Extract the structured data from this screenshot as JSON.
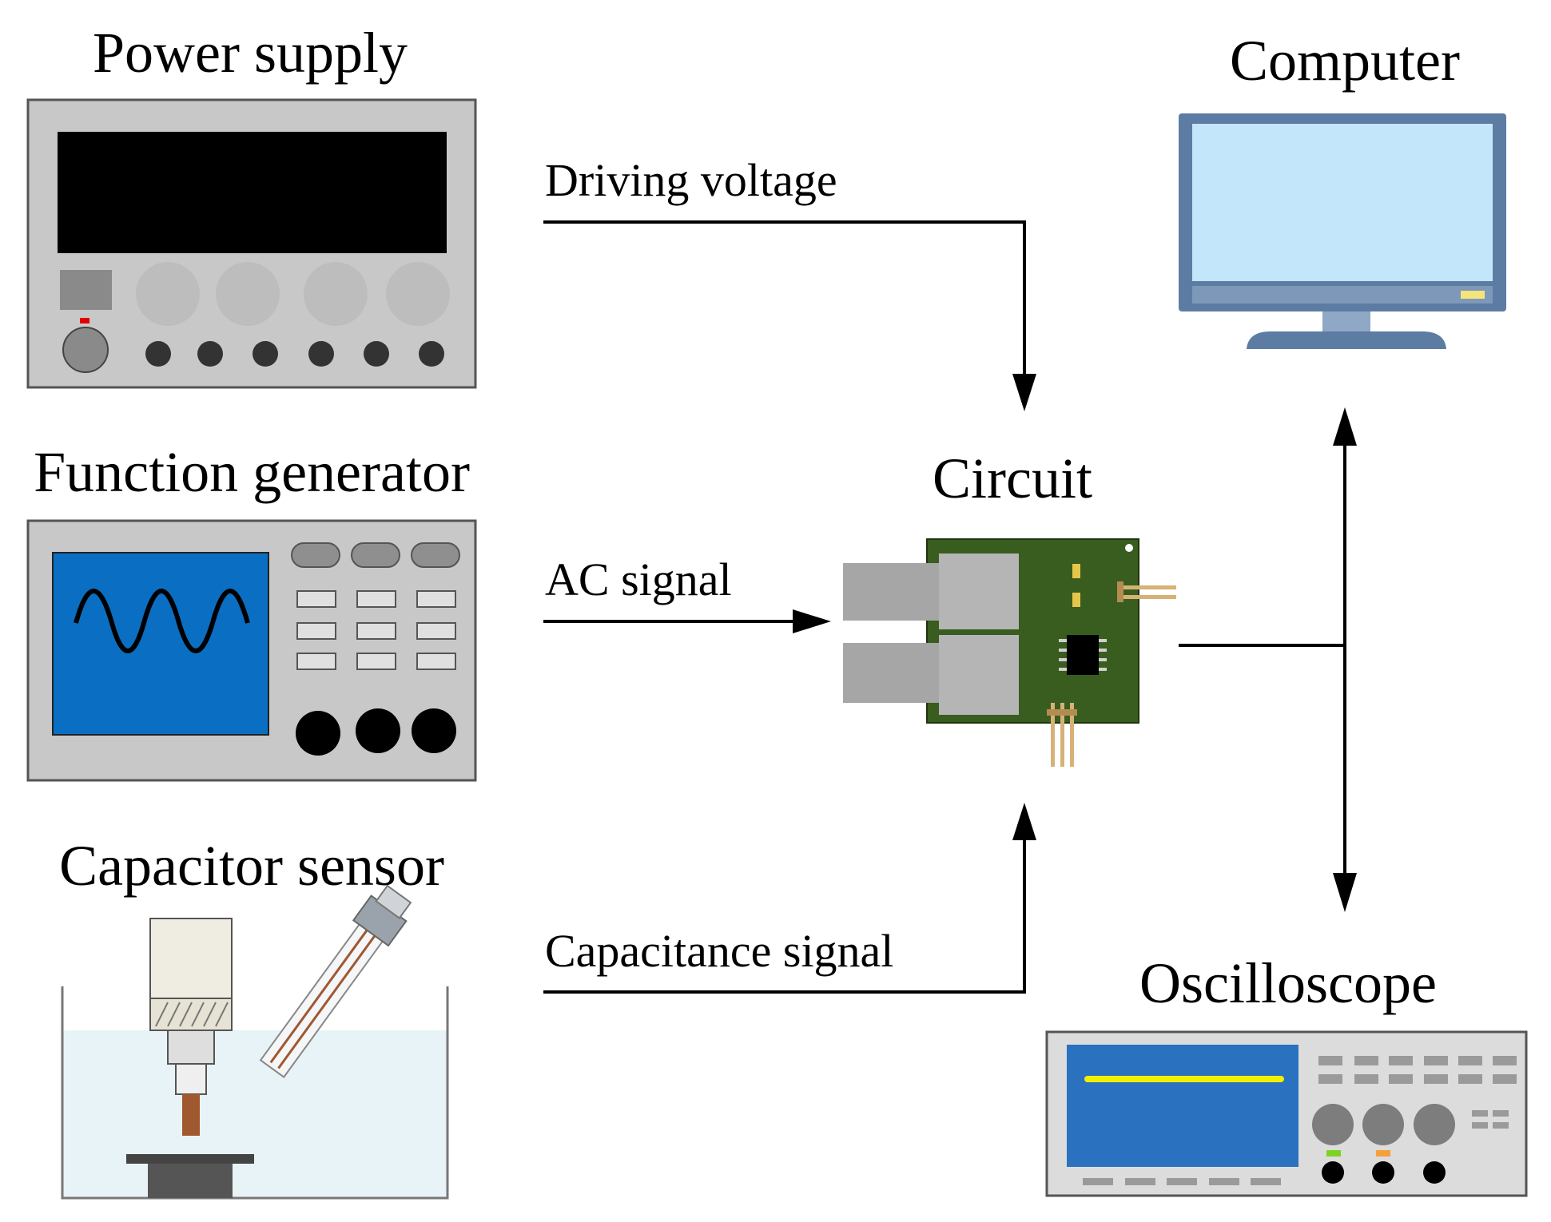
{
  "labels": {
    "power_supply": "Power supply",
    "function_generator": "Function generator",
    "capacitor_sensor": "Capacitor sensor",
    "computer": "Computer",
    "circuit": "Circuit",
    "oscilloscope": "Oscilloscope"
  },
  "connections": {
    "driving_voltage": "Driving voltage",
    "ac_signal": "AC signal",
    "capacitance_signal": "Capacitance signal"
  },
  "colors": {
    "device_gray": "#c8c8c8",
    "device_border": "#555555",
    "screen_black": "#000000",
    "fg_screen": "#0a6ec2",
    "scope_screen": "#2a72bf",
    "scope_trace": "#f2ef00",
    "monitor_frame": "#5d7ca3",
    "monitor_screen": "#c3e6fb",
    "pcb_green": "#385d1f",
    "water": "#e8f3f7",
    "copper": "#a0582f",
    "pin_gold": "#d6b277"
  },
  "icons": {
    "power_supply": "power-supply-icon",
    "function_generator": "function-generator-icon",
    "capacitor_sensor": "capacitor-sensor-icon",
    "computer": "computer-monitor-icon",
    "circuit": "circuit-board-icon",
    "oscilloscope": "oscilloscope-icon"
  }
}
